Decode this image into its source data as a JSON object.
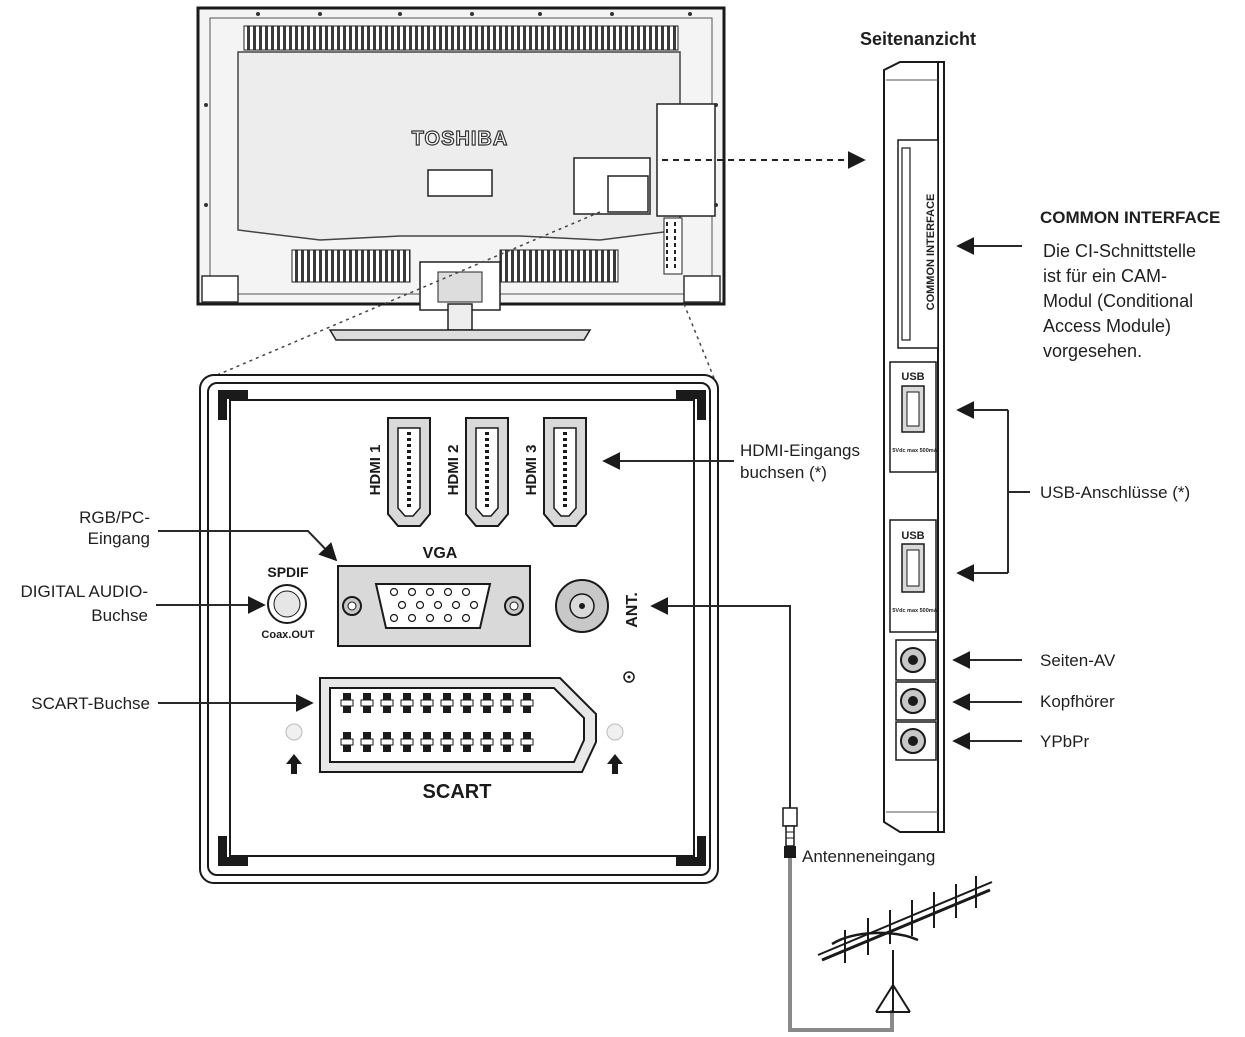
{
  "brand_logo": "TOSHIBA",
  "side_view": {
    "title": "Seitenanzicht"
  },
  "panel": {
    "hdmi": [
      "HDMI 1",
      "HDMI 2",
      "HDMI 3"
    ],
    "vga": "VGA",
    "spdif": "SPDIF",
    "coax_out": "Coax.OUT",
    "ant": "ANT.",
    "scart": "SCART"
  },
  "side_panel": {
    "common_interface": "COMMON INTERFACE",
    "usb": "USB",
    "usb_rating": "5Vdc max 500mA"
  },
  "labels": {
    "rgb_pc": [
      "RGB/PC-",
      "Eingang"
    ],
    "digital_audio": [
      "DIGITAL AUDIO-",
      "Buchse"
    ],
    "scart_buchse": "SCART-Buchse",
    "hdmi_eingang": [
      "HDMI-Eingangs",
      "buchsen (*)"
    ],
    "common_interface_title": "COMMON INTERFACE",
    "common_interface_desc": [
      "Die CI-Schnittstelle",
      "ist für ein CAM-",
      "Modul (Conditional",
      "Access Module)",
      "vorgesehen."
    ],
    "usb_anschluesse": "USB-Anschlüsse (*)",
    "seiten_av": "Seiten-AV",
    "kopfhoerer": "Kopfhörer",
    "ypbpr": "YPbPr",
    "antenneneingang": "Antenneneingang"
  },
  "colors": {
    "ink": "#1a1a1a",
    "panel_fill": "#ffffff",
    "port_fill": "#d9d9d9",
    "cable": "#8a8a8a"
  }
}
